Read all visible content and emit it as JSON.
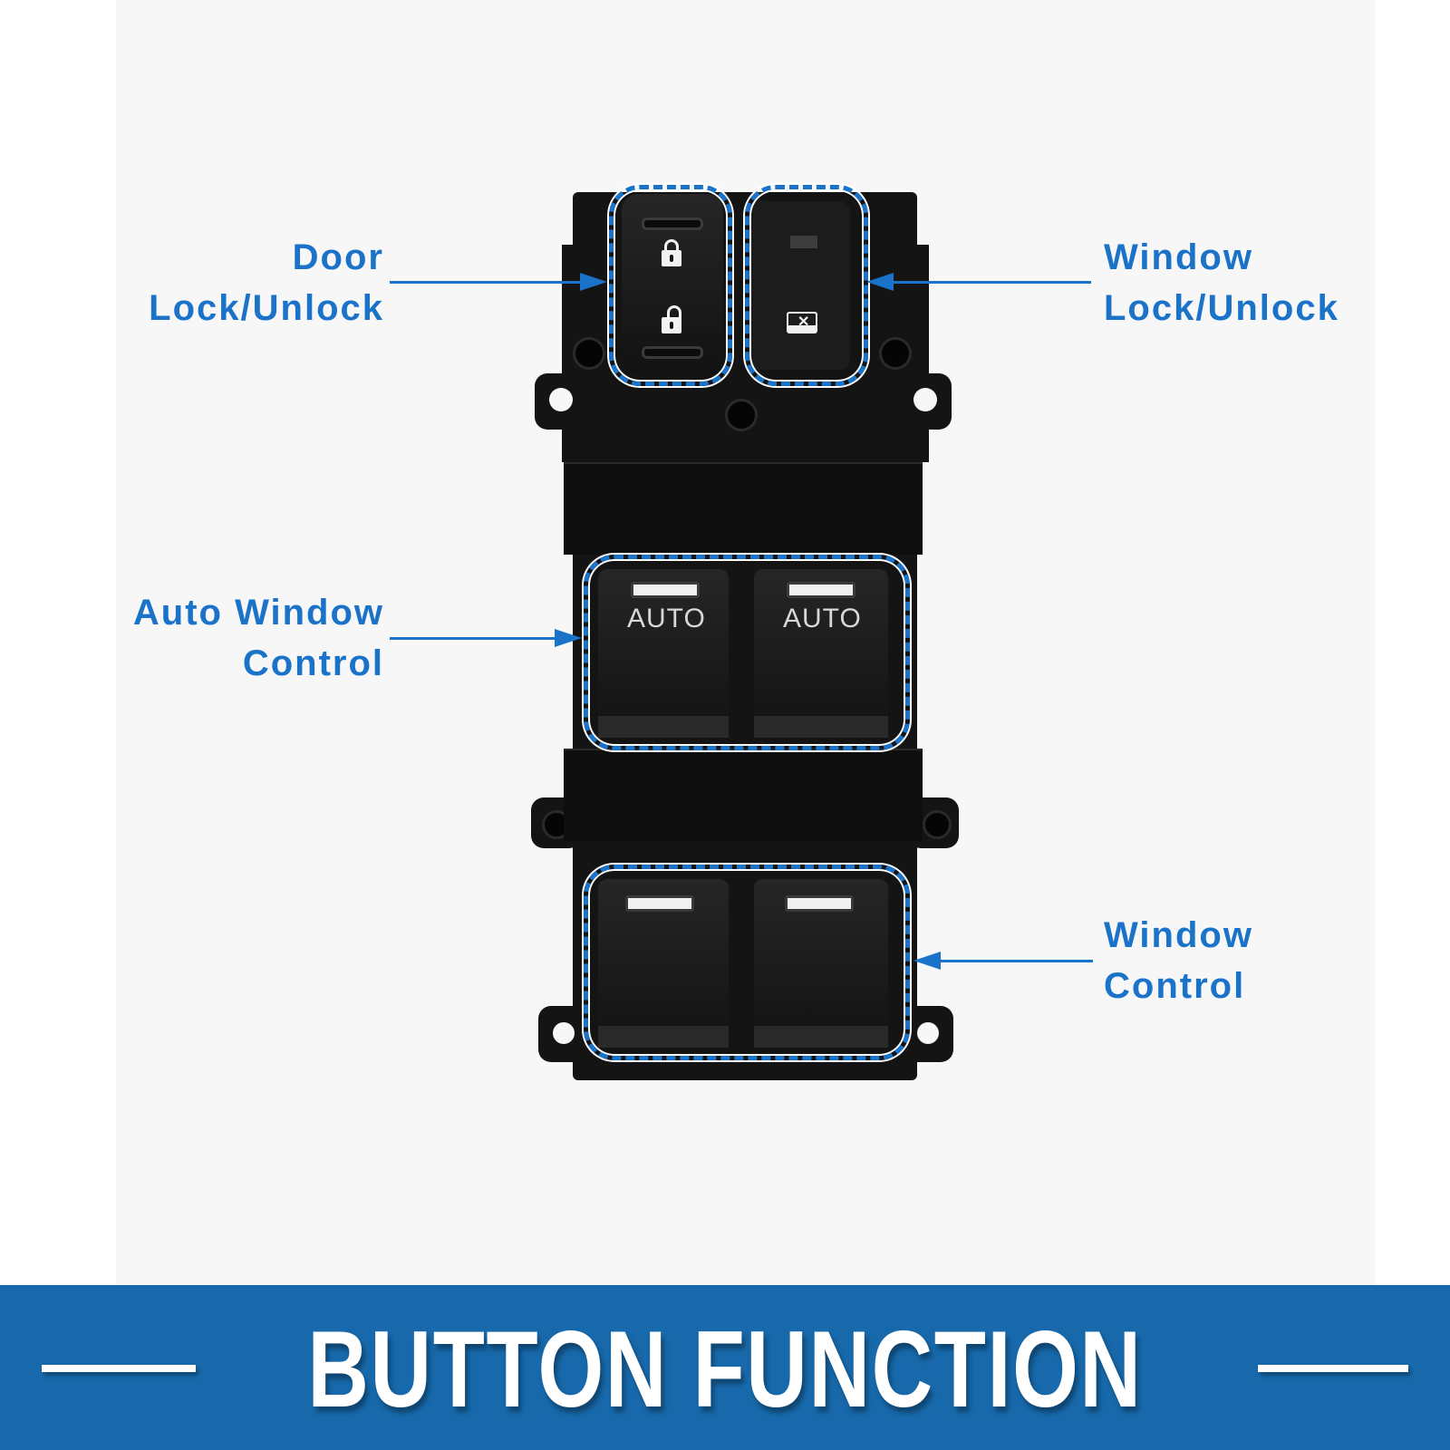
{
  "labels": {
    "door_lock": {
      "line1": "Door",
      "line2": "Lock/Unlock"
    },
    "window_lock": {
      "line1": "Window",
      "line2": "Lock/Unlock"
    },
    "auto_window": {
      "line1": "Auto Window",
      "line2": "Control"
    },
    "window_control": {
      "line1": "Window",
      "line2": "Control"
    }
  },
  "switches": {
    "auto_left": "AUTO",
    "auto_right": "AUTO"
  },
  "icons": {
    "lock": "lock-icon",
    "unlock": "unlock-icon",
    "window_lock": "window-lock-icon"
  },
  "banner": {
    "title": "BUTTON FUNCTION"
  },
  "colors": {
    "accent": "#1a73c8",
    "banner": "#1769ab",
    "panel": "#141414"
  }
}
